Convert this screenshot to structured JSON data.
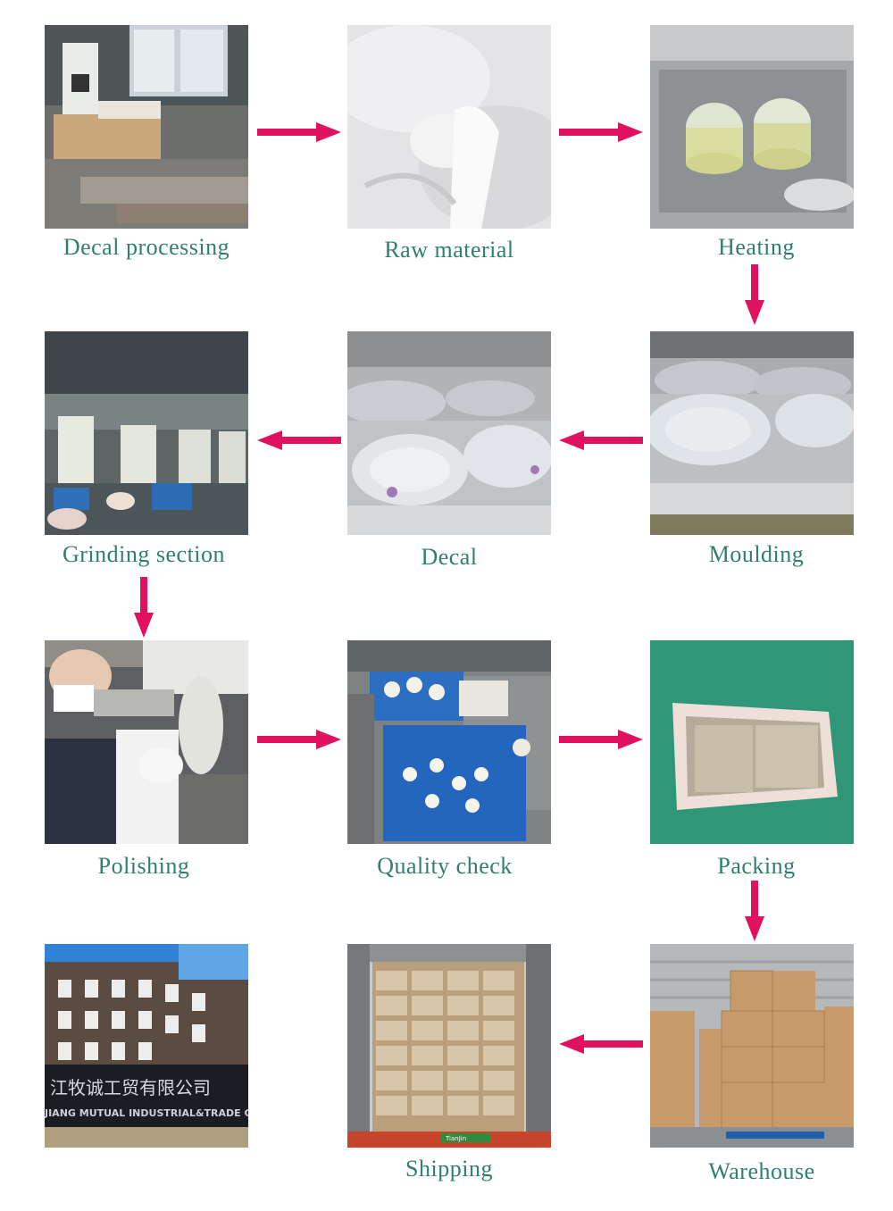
{
  "steps": [
    {
      "label": "Decal  processing"
    },
    {
      "label": "Raw  material"
    },
    {
      "label": "Heating"
    },
    {
      "label": "Moulding"
    },
    {
      "label": "Decal"
    },
    {
      "label": "Grinding  section"
    },
    {
      "label": "Polishing"
    },
    {
      "label": "Quality check"
    },
    {
      "label": "Packing"
    },
    {
      "label": "Warehouse"
    },
    {
      "label": "Shipping"
    },
    {
      "label": ""
    }
  ],
  "signage": {
    "chinese": "江牧诚工贸有限公司",
    "english": "JIANG MUTUAL INDUSTRIAL&TRADE CO.,LTD"
  },
  "container_tag": "TianJin",
  "colors": {
    "label": "#2f7f6f",
    "arrow": "#e0115f"
  }
}
